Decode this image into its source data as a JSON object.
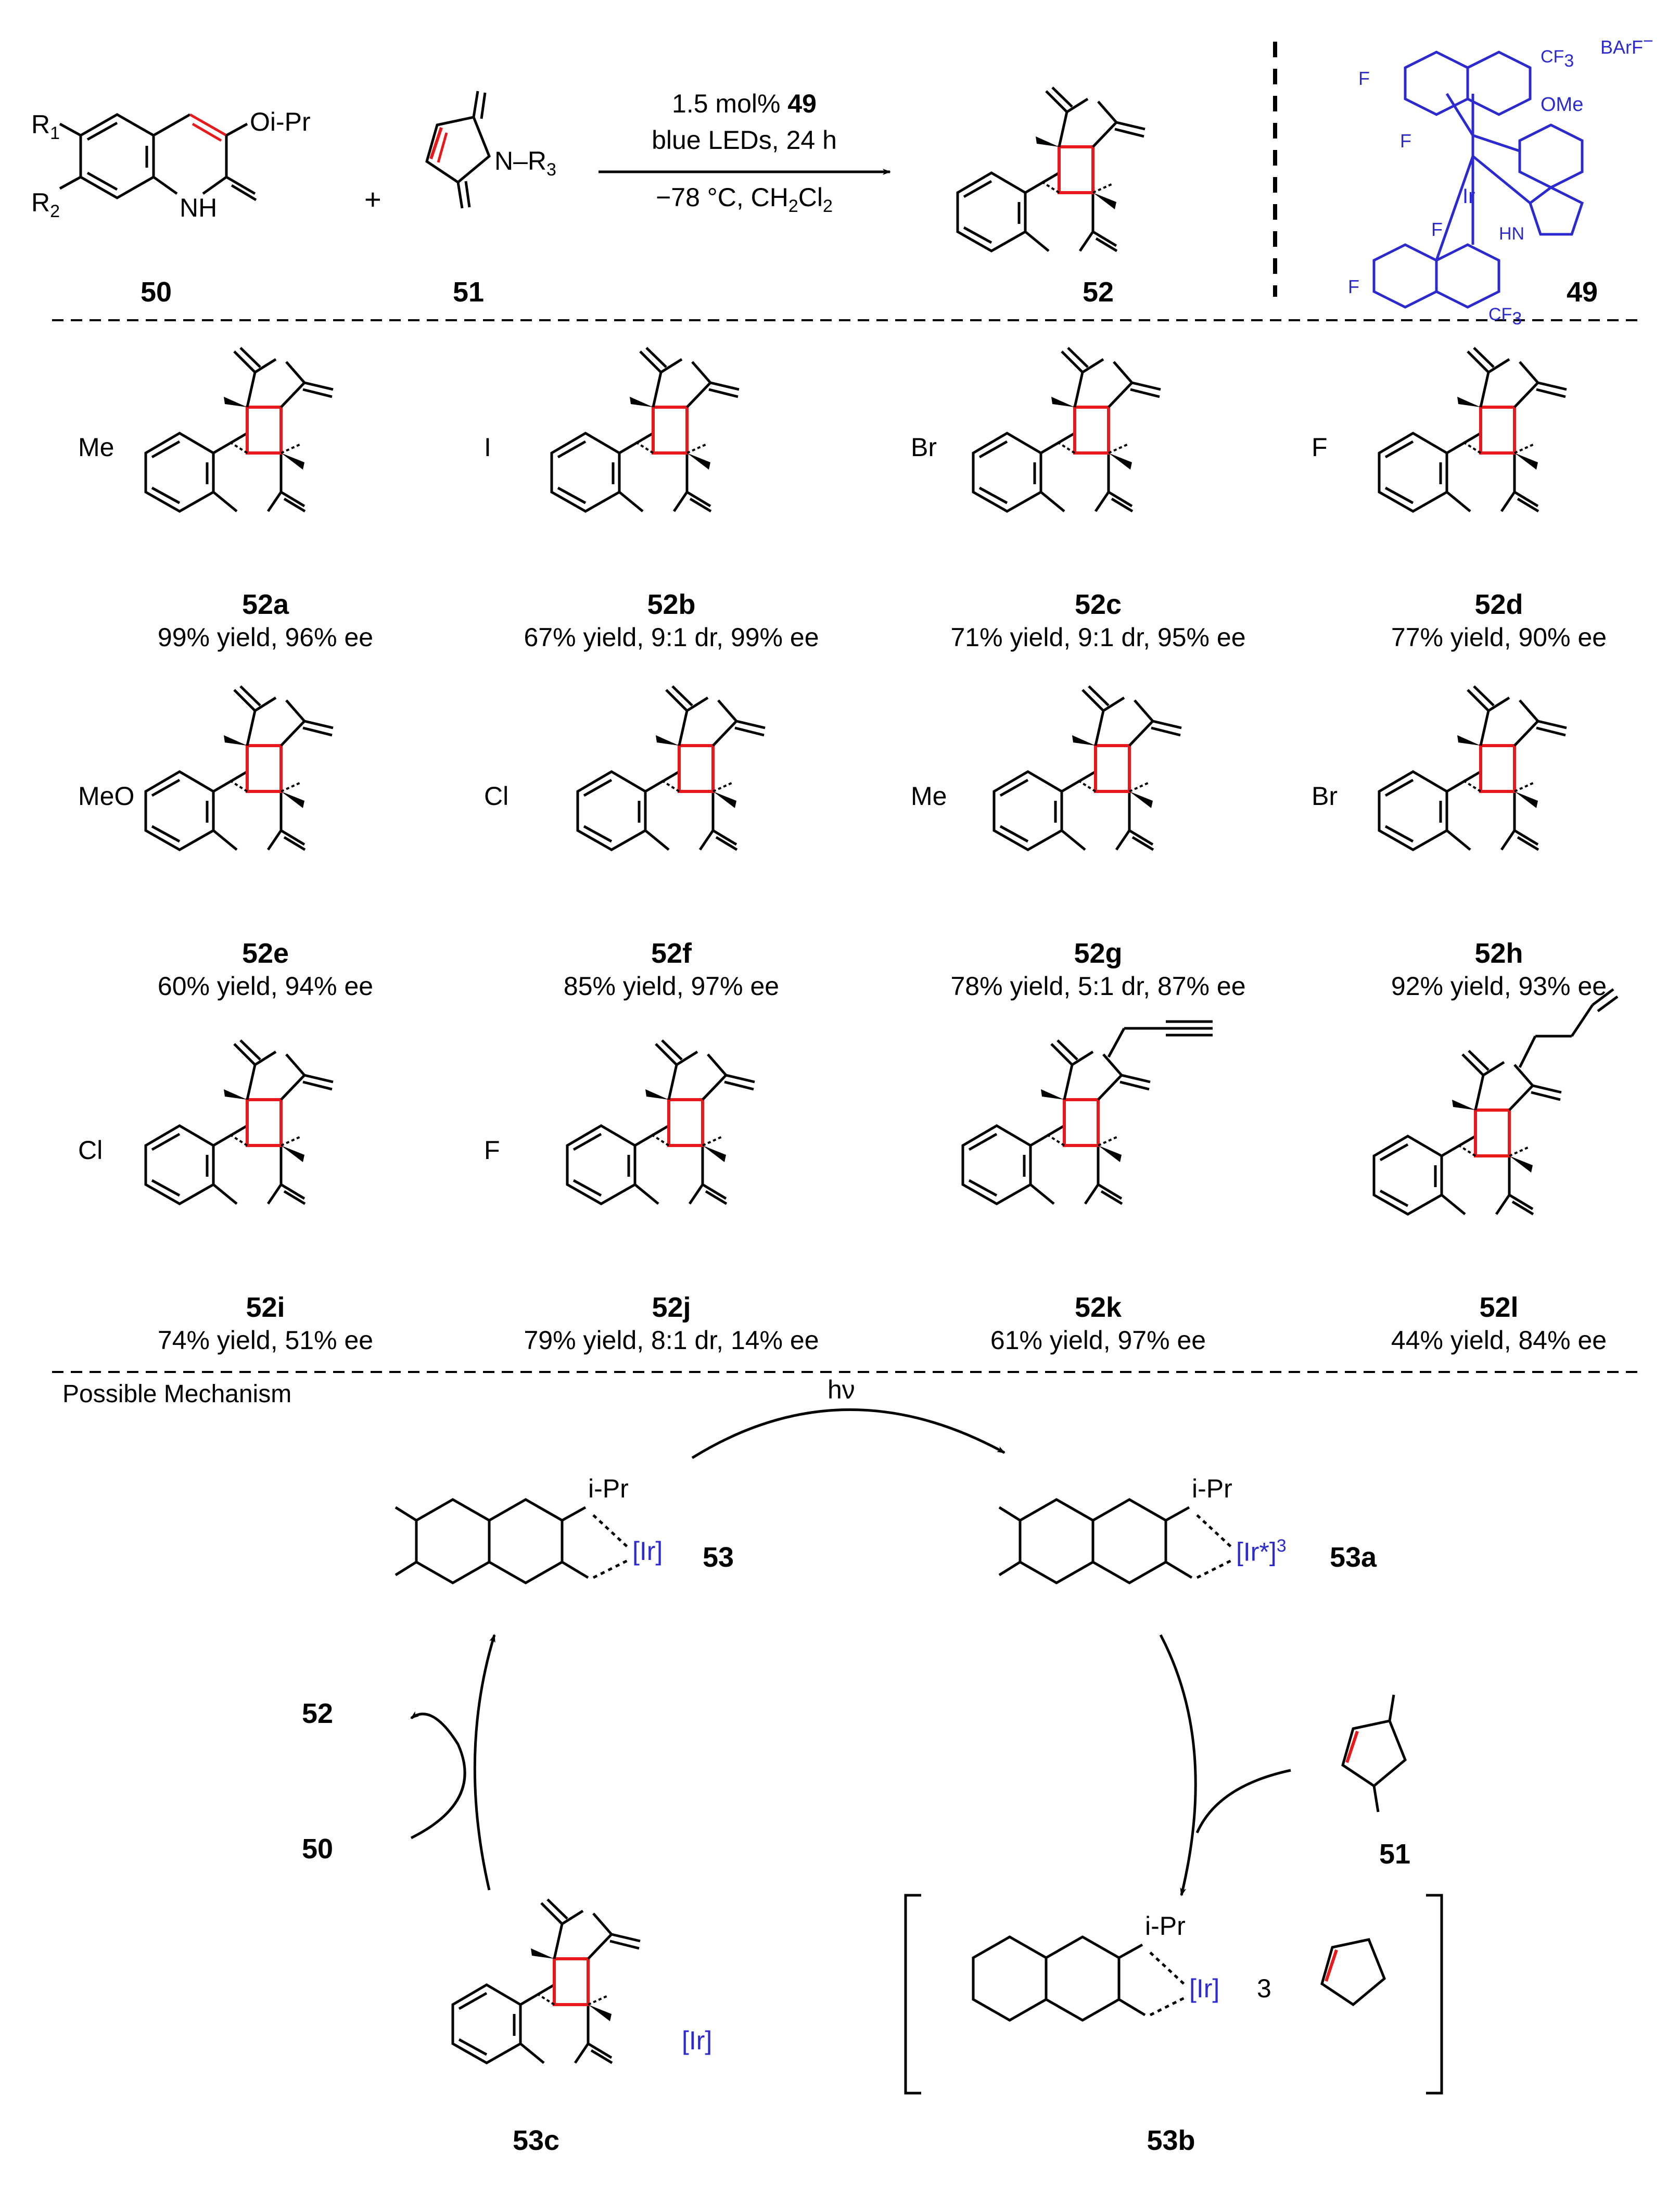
{
  "header": {
    "reactant_quinolone_id": "50",
    "reactant_maleimide_id": "51",
    "product_id": "52",
    "catalyst_id": "49",
    "plus_sign": "+",
    "conditions": {
      "line1_text": "1.5 mol%",
      "line1_catalyst": "49",
      "line2": "blue LEDs, 24 h",
      "line3_prefix": "−78 °C, CH",
      "line3_sub1": "2",
      "line3_mid": "Cl",
      "line3_sub2": "2"
    },
    "catalyst": {
      "counterion": "BArF",
      "counterion_charge": "−",
      "labels": {
        "F": "F",
        "CF3": "CF",
        "CF3_sub": "3",
        "OMe": "OMe",
        "Ir": "Ir",
        "N": "N",
        "HN": "HN"
      }
    },
    "substituent_labels": {
      "R1": "R",
      "R1_sub": "1",
      "R2": "R",
      "R2_sub": "2",
      "R3": "N–R",
      "R3_sub": "3",
      "OiPr": "Oi-Pr",
      "NH": "NH",
      "O": "O",
      "H": "H"
    }
  },
  "products": [
    {
      "id": "52a",
      "result": "99% yield, 96% ee",
      "substituent": "Me"
    },
    {
      "id": "52b",
      "result": "67% yield, 9:1 dr, 99% ee",
      "substituent": "I"
    },
    {
      "id": "52c",
      "result": "71% yield, 9:1 dr, 95% ee",
      "substituent": "Br"
    },
    {
      "id": "52d",
      "result": "77% yield, 90% ee",
      "substituent": "F"
    },
    {
      "id": "52e",
      "result": "60% yield, 94% ee",
      "substituent": "MeO"
    },
    {
      "id": "52f",
      "result": "85% yield, 97% ee",
      "substituent": "Cl"
    },
    {
      "id": "52g",
      "result": "78% yield, 5:1 dr, 87% ee",
      "substituent": "Me"
    },
    {
      "id": "52h",
      "result": "92% yield, 93% ee",
      "substituent": "Br"
    },
    {
      "id": "52i",
      "result": "74% yield, 51% ee",
      "substituent": "Cl"
    },
    {
      "id": "52j",
      "result": "79% yield, 8:1 dr, 14% ee",
      "substituent": "F"
    },
    {
      "id": "52k",
      "result": "61% yield, 97% ee",
      "substituent": "propargyl"
    },
    {
      "id": "52l",
      "result": "44% yield, 84% ee",
      "substituent": "allyl"
    }
  ],
  "mechanism": {
    "section_title": "Possible Mechanism",
    "light_label": "hν",
    "intermediates": {
      "i53": "53",
      "i53a": "53a",
      "i53b": "53b",
      "i53c": "53c"
    },
    "ir_label": "[Ir]",
    "ir_excited_label": "[Ir*]",
    "ir_excited_sup": "3",
    "triplet_prefix": "3",
    "ipr_label": "i-Pr",
    "cycle_in": "50",
    "cycle_out": "52",
    "maleimide_id": "51"
  },
  "colors": {
    "bond": "#000000",
    "highlight": "#e8191b",
    "catalyst": "#2a2ad0"
  }
}
